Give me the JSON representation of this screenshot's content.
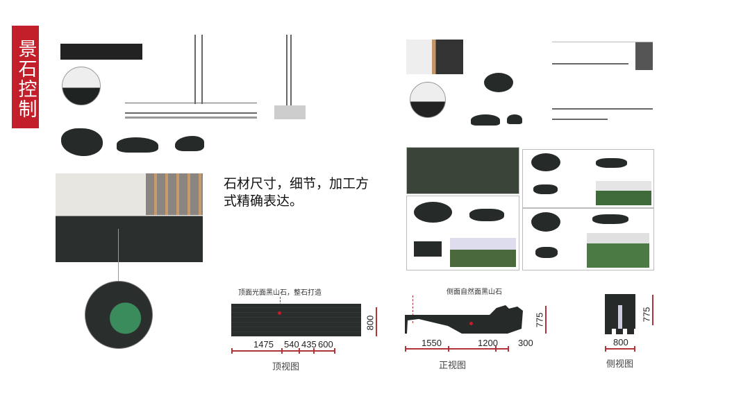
{
  "title": "景石控制",
  "description": "石材尺寸，细节，加工方式精确表达。",
  "views": {
    "top": {
      "caption": "顶视图",
      "note": "顶面光面黑山石，整石打造",
      "widths": [
        "1475",
        "540",
        "435",
        "600"
      ],
      "height": "800"
    },
    "front": {
      "caption": "正视图",
      "note": "侧面自然面黑山石",
      "widths": [
        "1550",
        "1200",
        "300"
      ],
      "height": "775"
    },
    "side": {
      "caption": "侧视图",
      "width": "800",
      "height": "775"
    }
  },
  "colors": {
    "accent": "#c21f2b",
    "dimension": "#b2323a",
    "stone": "#262a29"
  }
}
